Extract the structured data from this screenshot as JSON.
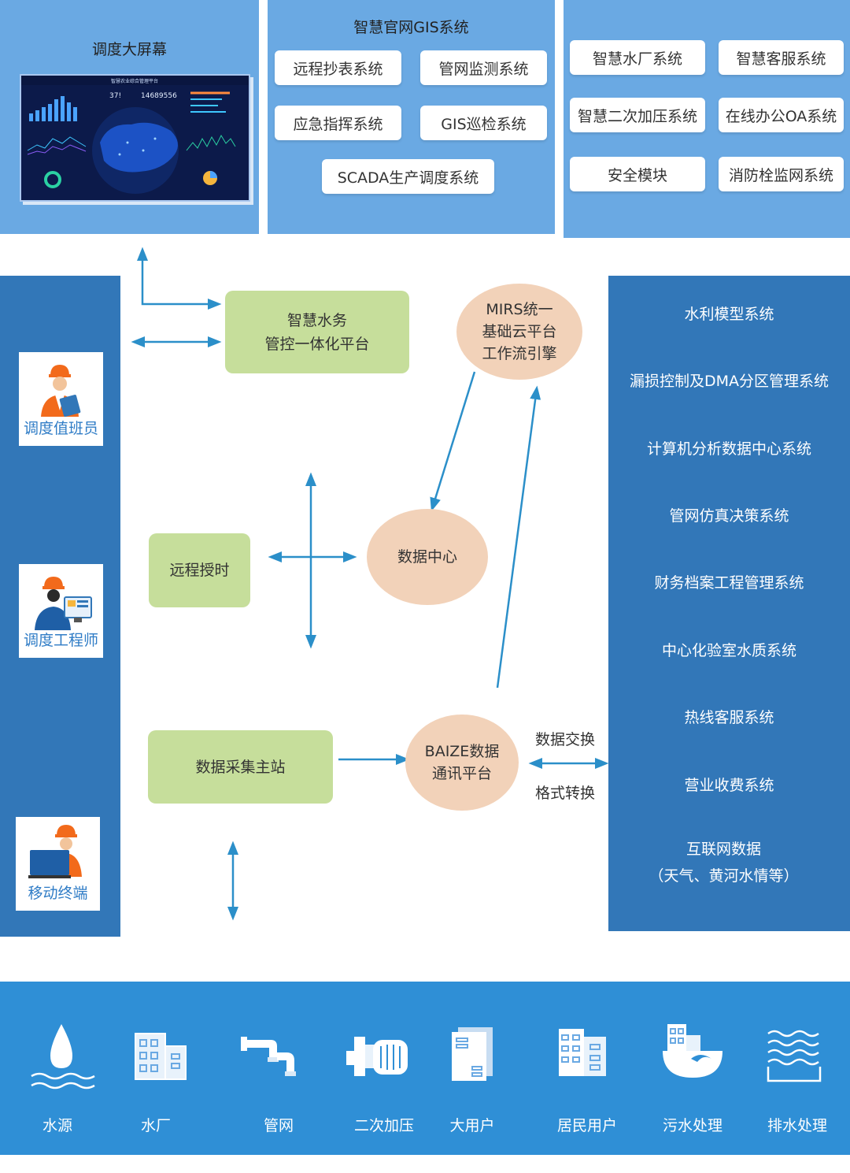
{
  "top": {
    "screen_panel": {
      "title": "调度大屏幕",
      "screen_title": "智慧农业综合管理平台",
      "screen_num1": "37!",
      "screen_num2": "14689556"
    },
    "gis_panel": {
      "title": "智慧官网GIS系统",
      "items": [
        "远程抄表系统",
        "管网监测系统",
        "应急指挥系统",
        "GIS巡检系统",
        "SCADA生产调度系统"
      ]
    },
    "systems_panel": {
      "items": [
        "智慧水厂系统",
        "智慧客服系统",
        "智慧二次加压系统",
        "在线办公OA系统",
        "安全模块",
        "消防栓监网系统"
      ]
    }
  },
  "roles": [
    "调度值班员",
    "调度工程师",
    "移动终端"
  ],
  "center": {
    "platform": [
      "智慧水务",
      "管控一体化平台"
    ],
    "mirs": [
      "MIRS统一",
      "基础云平台",
      "工作流引擎"
    ],
    "remote_timing": "远程授时",
    "data_center": "数据中心",
    "acquisition": "数据采集主站",
    "baize": [
      "BAIZE数据",
      "通讯平台"
    ],
    "exchange": "数据交换",
    "format": "格式转换"
  },
  "right_systems": [
    "水利模型系统",
    "漏损控制及DMA分区管理系统",
    "计算机分析数据中心系统",
    "管网仿真决策系统",
    "财务档案工程管理系统",
    "中心化验室水质系统",
    "热线客服系统",
    "营业收费系统",
    "互联网数据",
    "（天气、黄河水情等）"
  ],
  "bottom": [
    "水源",
    "水厂",
    "管网",
    "二次加压",
    "大用户",
    "居民用户",
    "污水处理",
    "排水处理"
  ],
  "colors": {
    "light_blue": "#6aa9e3",
    "dark_blue": "#3277b8",
    "bottom_blue": "#2f8fd6",
    "green": "#c6de9b",
    "peach": "#f2d2b9",
    "arrow": "#2b8fc9"
  }
}
